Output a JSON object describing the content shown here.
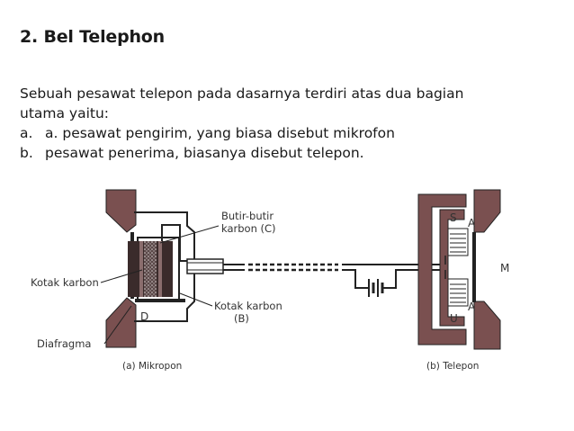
{
  "title": "2. Bel Telephon",
  "paragraph": {
    "intro_line1": "Sebuah pesawat telepon pada dasarnya terdiri atas dua bagian",
    "intro_line2": "utama yaitu:",
    "items": [
      {
        "marker": "a.",
        "text": "a. pesawat pengirim, yang biasa disebut mikrofon"
      },
      {
        "marker": "b.",
        "text": "pesawat penerima, biasanya disebut telepon."
      }
    ]
  },
  "diagram": {
    "labels": {
      "butir_line1": "Butir-butir",
      "butir_line2": "karbon (C)",
      "kotak_karbon_left": "Kotak karbon",
      "kotak_karbon_right_line1": "Kotak karbon",
      "kotak_karbon_right_line2": "(B)",
      "diafragma": "Diafragma",
      "letter_d": "D",
      "letter_s": "S",
      "letter_a_top": "A",
      "letter_a_bottom": "A",
      "letter_u": "U",
      "letter_m": "M"
    },
    "captions": {
      "left": "(a) Mikropon",
      "right": "(b) Telepon"
    },
    "colors": {
      "body_fill": "#7a5050",
      "magnet_fill": "#7a5050",
      "carbon_dark": "#3a2b2b",
      "line": "#222222"
    }
  }
}
